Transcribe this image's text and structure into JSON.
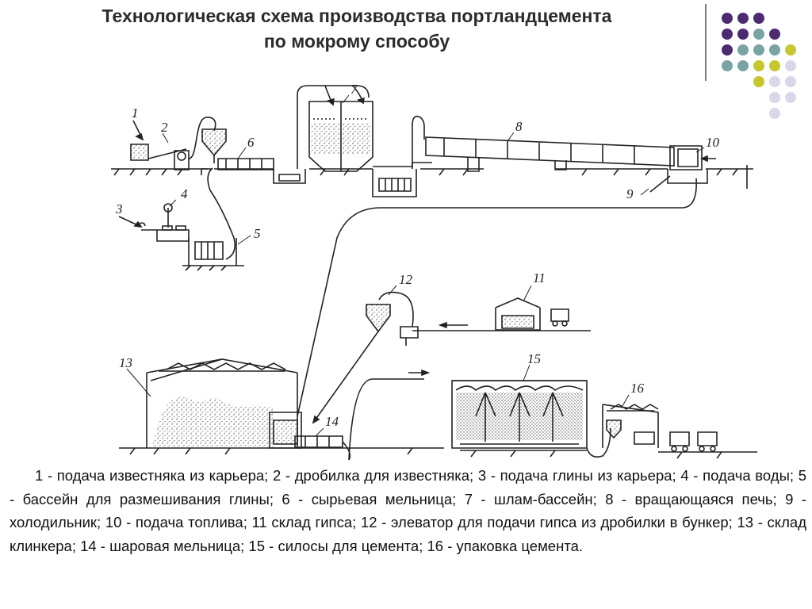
{
  "title": {
    "line1": "Технологическая схема производства портландцемента",
    "line2": "по мокрому способу"
  },
  "decor": {
    "colors": {
      "purple": "#4e2a6e",
      "teal": "#7aa3a3",
      "olive": "#c7c62e",
      "lavender": "#d8d8e8"
    }
  },
  "diagram": {
    "labels": [
      "1",
      "2",
      "3",
      "4",
      "5",
      "6",
      "7",
      "8",
      "9",
      "10",
      "11",
      "12",
      "13",
      "14",
      "15",
      "16"
    ]
  },
  "legend": {
    "text": "1 - подача известняка из карьера; 2 - дробилка для известняка; 3 - подача глины из карьера; 4 - подача воды; 5 - бассейн для размешивания глины; 6 - сырьевая мельница; 7 - шлам-бассейн; 8 - вращающаяся печь; 9 - холодильник; 10 - подача топлива; 11 склад гипса; 12 - элеватор для подачи гипса из дробилки в бункер; 13 - склад клинкера; 14 - шаровая мельница; 15 - силосы для цемента; 16 - упаковка цемента."
  }
}
